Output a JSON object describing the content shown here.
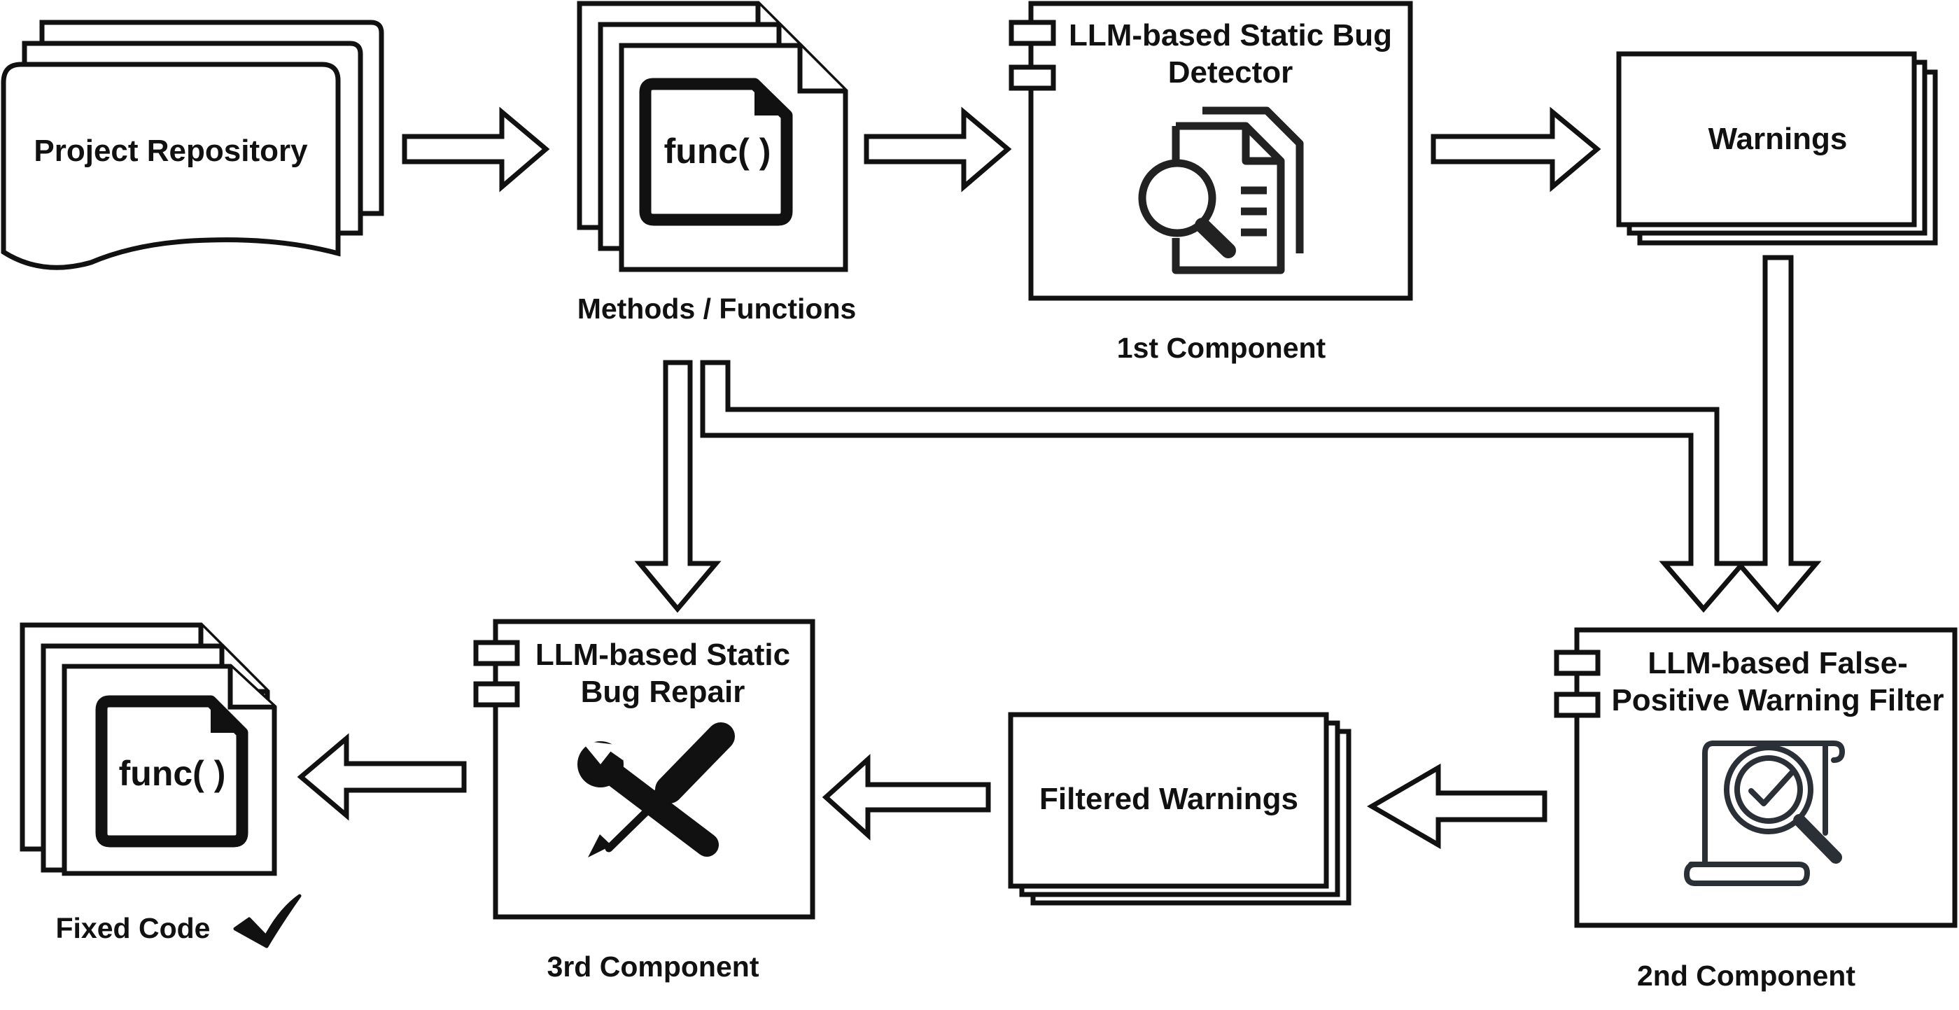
{
  "nodes": {
    "project_repository": "Project Repository",
    "methods_caption": "Methods / Functions",
    "func_label": "func( )",
    "detector_title_line1": "LLM-based Static Bug",
    "detector_title_line2": "Detector",
    "component1_caption": "1st Component",
    "warnings": "Warnings",
    "filter_title_line1": "LLM-based False-",
    "filter_title_line2": "Positive Warning Filter",
    "component2_caption": "2nd Component",
    "filtered_warnings": "Filtered Warnings",
    "repair_title_line1": "LLM-based Static",
    "repair_title_line2": "Bug Repair",
    "component3_caption": "3rd Component",
    "fixed_code_caption": "Fixed Code"
  },
  "icons": {
    "detector": "document-search-icon",
    "filter": "scroll-check-search-icon",
    "repair": "wrench-screwdriver-icon",
    "fixed": "checkmark-icon",
    "component": "uml-component-icon"
  },
  "colors": {
    "stroke": "#111111",
    "fill": "#ffffff",
    "icon_gray": "#2b3036"
  }
}
